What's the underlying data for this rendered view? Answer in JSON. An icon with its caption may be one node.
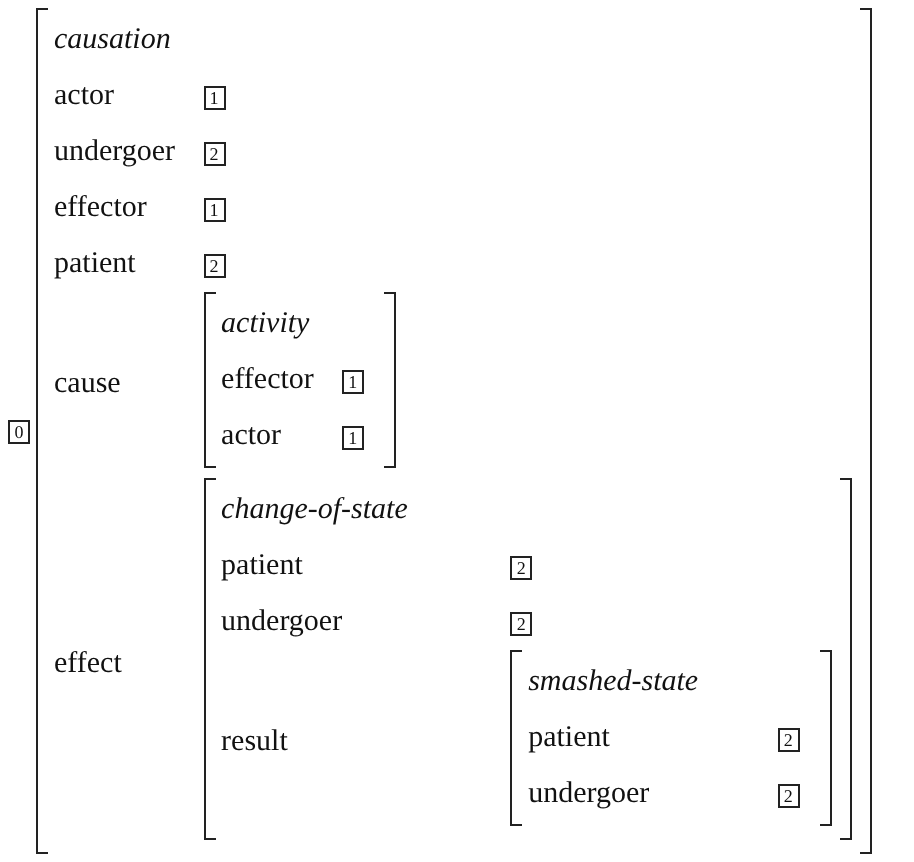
{
  "diagram": {
    "nodes": [
      {
        "text": [
          "0"
        ]
      },
      {
        "text": [
          "causation",
          "actor",
          "undergoer",
          "effector",
          "patient",
          "cause",
          "effect"
        ]
      },
      {
        "text": [
          "1"
        ],
        "in": 1
      },
      {
        "text": [
          "2"
        ],
        "in": 1
      },
      {
        "text": [
          "1"
        ],
        "in": 1
      },
      {
        "text": [
          "2"
        ],
        "in": 1
      },
      {
        "text": [
          "activity",
          "effector",
          "actor"
        ],
        "in": 1
      },
      {
        "text": [
          "1"
        ],
        "in": 6
      },
      {
        "text": [
          "1"
        ],
        "in": 6
      },
      {
        "text": [
          "change-of-state",
          "patient",
          "undergoer",
          "result"
        ],
        "in": 1
      },
      {
        "text": [
          "2"
        ],
        "in": 9
      },
      {
        "text": [
          "2"
        ],
        "in": 9
      },
      {
        "text": [
          "smashed-state",
          "patient",
          "undergoer"
        ],
        "in": 9
      },
      {
        "text": [
          "2"
        ],
        "in": 12
      },
      {
        "text": [
          "2"
        ],
        "in": 12
      }
    ]
  }
}
